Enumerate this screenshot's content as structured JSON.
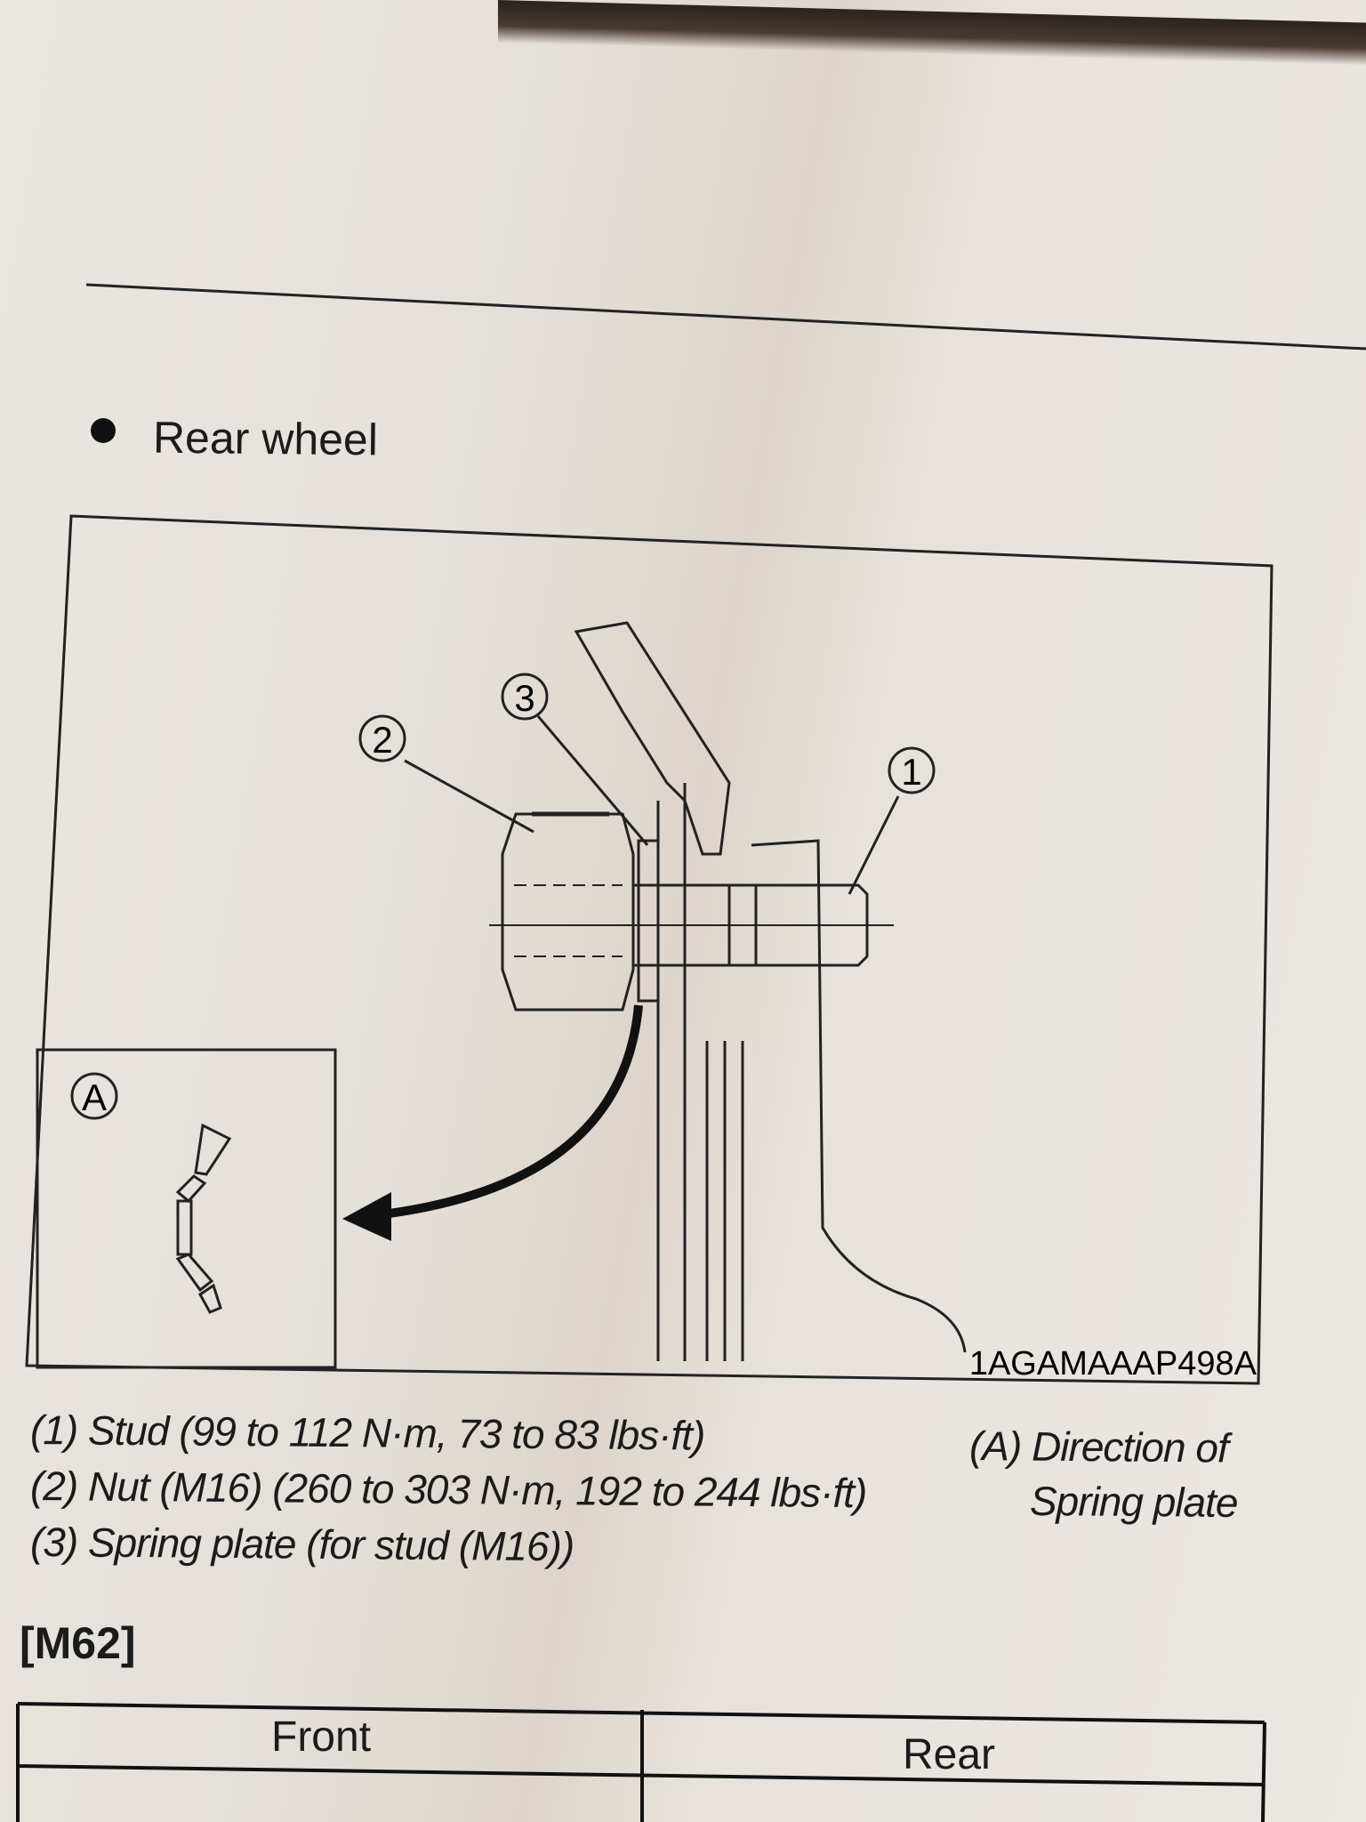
{
  "section": {
    "bullet_heading": "Rear wheel"
  },
  "figure": {
    "callouts": [
      "1",
      "2",
      "3"
    ],
    "inset_label": "A",
    "figure_code": "1AGAMAAAP498A"
  },
  "legend": {
    "items": [
      "(1) Stud (99 to 112 N·m, 73 to 83 lbs·ft)",
      "(2) Nut (M16) (260 to 303 N·m, 192 to 244 lbs·ft)",
      "(3) Spring plate (for stud (M16))"
    ],
    "a_line1": "(A) Direction of",
    "a_line2": "Spring plate"
  },
  "model_label": "[M62]",
  "table": {
    "headers": [
      "Front",
      "Rear"
    ]
  }
}
